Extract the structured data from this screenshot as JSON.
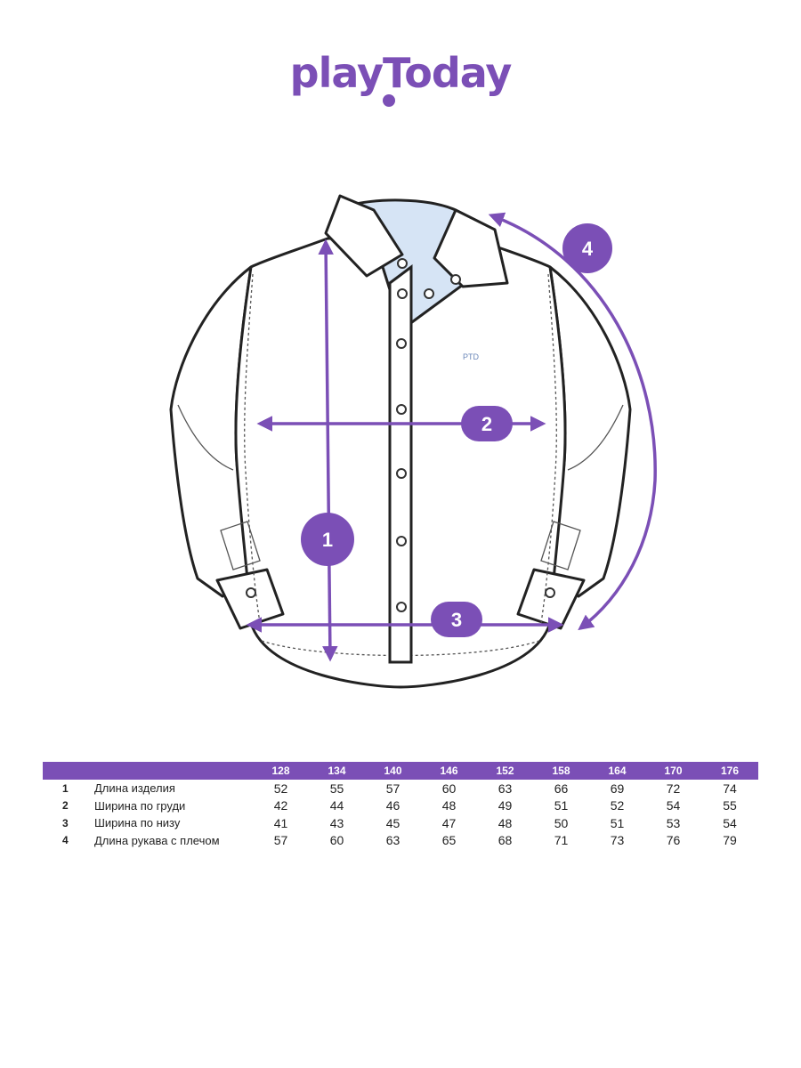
{
  "brand": {
    "logo_text": "playToday",
    "accent_color": "#7b4fb6"
  },
  "diagram": {
    "chest_logo": "PTD",
    "markers": [
      "1",
      "2",
      "3",
      "4"
    ]
  },
  "size_table": {
    "sizes": [
      "128",
      "134",
      "140",
      "146",
      "152",
      "158",
      "164",
      "170",
      "176"
    ],
    "rows": [
      {
        "num": "1",
        "name": "Длина изделия",
        "values": [
          "52",
          "55",
          "57",
          "60",
          "63",
          "66",
          "69",
          "72",
          "74"
        ]
      },
      {
        "num": "2",
        "name": "Ширина по груди",
        "values": [
          "42",
          "44",
          "46",
          "48",
          "49",
          "51",
          "52",
          "54",
          "55"
        ]
      },
      {
        "num": "3",
        "name": "Ширина по низу",
        "values": [
          "41",
          "43",
          "45",
          "47",
          "48",
          "50",
          "51",
          "53",
          "54"
        ]
      },
      {
        "num": "4",
        "name": "Длина рукава с плечом",
        "values": [
          "57",
          "60",
          "63",
          "65",
          "68",
          "71",
          "73",
          "76",
          "79"
        ]
      }
    ]
  }
}
